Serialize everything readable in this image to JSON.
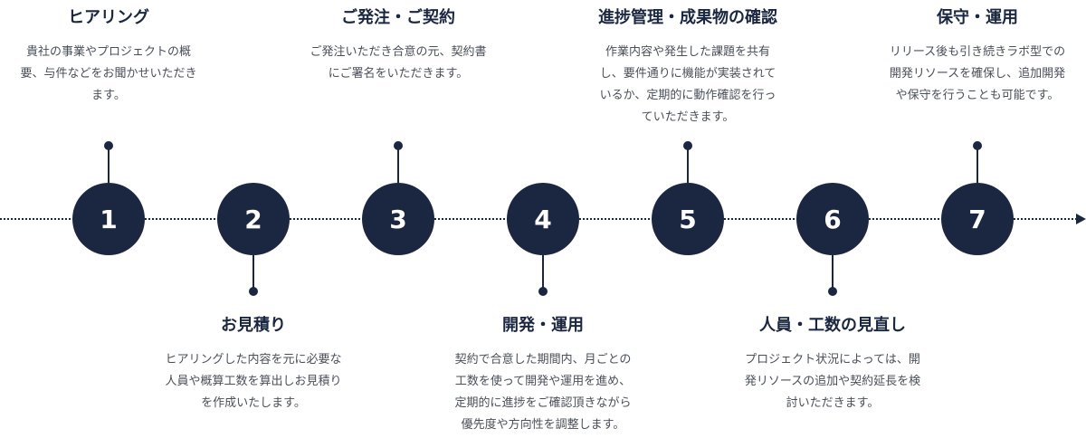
{
  "colors": {
    "primary": "#1b2740",
    "text_secondary": "#4a4f58",
    "background": "#ffffff"
  },
  "steps": [
    {
      "number": "1",
      "title": "ヒアリング",
      "description": [
        "貴社の事業やプロジェクトの概",
        "要、与件などをお聞かせいただき",
        "ます。"
      ]
    },
    {
      "number": "2",
      "title": "お見積り",
      "description": [
        "ヒアリングした内容を元に必要な",
        "人員や概算工数を算出しお見積り",
        "を作成いたします。"
      ]
    },
    {
      "number": "3",
      "title": "ご発注・ご契約",
      "description": [
        "ご発注いただき合意の元、契約書",
        "にご署名をいただきます。"
      ]
    },
    {
      "number": "4",
      "title": "開発・運用",
      "description": [
        "契約で合意した期間内、月ごとの",
        "工数を使って開発や運用を進め、",
        "定期的に進捗をご確認頂きながら",
        "優先度や方向性を調整します。"
      ]
    },
    {
      "number": "5",
      "title": "進捗管理・成果物の確認",
      "description": [
        "作業内容や発生した課題を共有",
        "し、要件通りに機能が実装されて",
        "いるか、定期的に動作確認を行っ",
        "ていただきます。"
      ]
    },
    {
      "number": "6",
      "title": "人員・工数の見直し",
      "description": [
        "プロジェクト状況によっては、開",
        "発リソースの追加や契約延長を検",
        "討いただきます。"
      ]
    },
    {
      "number": "7",
      "title": "保守・運用",
      "description": [
        "リリース後も引き続きラボ型での",
        "開発リソースを確保し、追加開発",
        "や保守を行うことも可能です。"
      ]
    }
  ]
}
